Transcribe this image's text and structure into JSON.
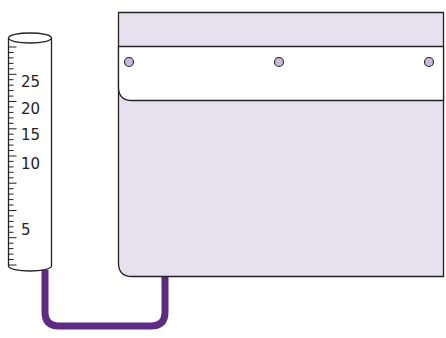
{
  "diagram": {
    "labels": [
      "25",
      "20",
      "15",
      "10",
      "5"
    ]
  }
}
